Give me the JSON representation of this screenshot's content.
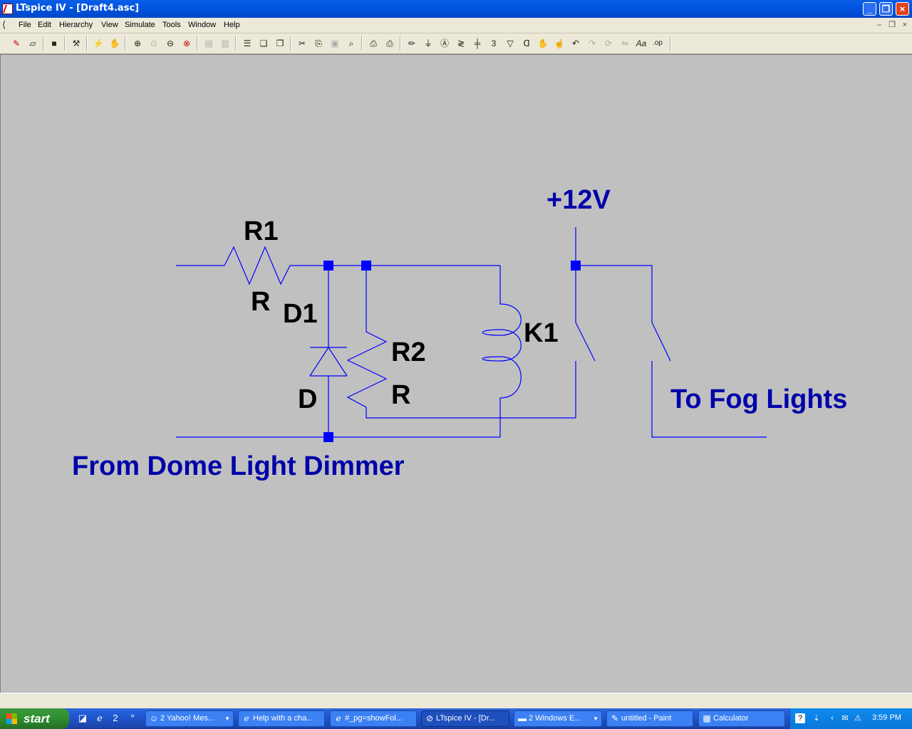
{
  "window": {
    "title": "LTspice IV - [Draft4.asc]"
  },
  "menubar": {
    "items": [
      "File",
      "Edit",
      "Hierarchy",
      "View",
      "Simulate",
      "Tools",
      "Window",
      "Help"
    ]
  },
  "toolbar": {
    "icons": [
      "new-schematic-icon",
      "open-icon",
      "save-icon",
      "control-panel-icon",
      "run-icon",
      "halt-icon",
      "zoom-in-icon",
      "zoom-pan-icon",
      "zoom-out-icon",
      "zoom-fit-icon",
      "tile-horizontal-icon",
      "tile-vertical-icon",
      "cascade-icon",
      "print-preview-icon",
      "print-icon",
      "cut-icon",
      "copy-icon",
      "paste-icon",
      "find-icon",
      "wire-icon",
      "ground-icon",
      "label-net-icon",
      "resistor-icon",
      "capacitor-icon",
      "inductor-icon",
      "diode-icon",
      "component-icon",
      "move-icon",
      "drag-icon",
      "undo-icon",
      "redo-icon",
      "rotate-icon",
      "mirror-icon",
      "text-icon",
      "spice-directive-icon"
    ],
    "text_label": "Aa",
    "op_label": ".op"
  },
  "schematic": {
    "r1_name": "R1",
    "r1_value": "R",
    "d1_name": "D1",
    "d1_value": "D",
    "r2_name": "R2",
    "r2_value": "R",
    "k1_name": "K1",
    "supply_label": "+12V",
    "input_label": "From Dome Light Dimmer",
    "output_label": "To Fog Lights",
    "wire_color": "#0000ff",
    "text_color": "#0000aa",
    "junction_color": "#0000ff"
  },
  "taskbar": {
    "start_label": "start",
    "quick_launch_count": "2",
    "tasks": [
      {
        "label": "2 Yahoo! Mes...",
        "icon": "yahoo-icon"
      },
      {
        "label": "Help with a cha...",
        "icon": "ie-icon"
      },
      {
        "label": "#_pg=showFol...",
        "icon": "ie-icon"
      },
      {
        "label": "LTspice IV - [Dr...",
        "icon": "ltspice-icon"
      },
      {
        "label": "2 Windows E...",
        "icon": "folder-icon"
      },
      {
        "label": "untitled - Paint",
        "icon": "paint-icon"
      },
      {
        "label": "Calculator",
        "icon": "calculator-icon"
      }
    ],
    "clock": "3:59 PM"
  }
}
